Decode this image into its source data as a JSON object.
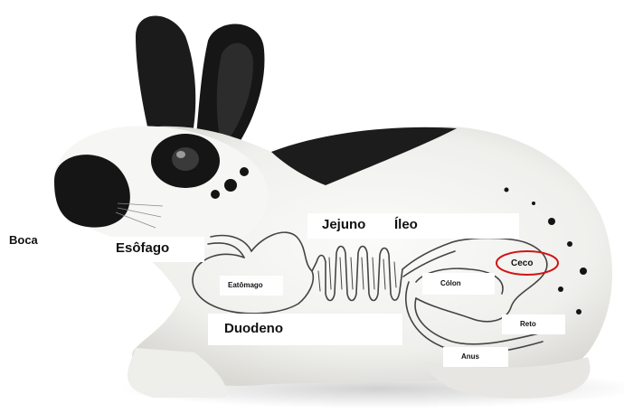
{
  "labels": {
    "boca": "Boca",
    "esofago": "Esôfago",
    "jejuno": "Jejuno",
    "ileo": "Íleo",
    "estomago": "Eatômago",
    "duodeno": "Duodeno",
    "colon": "Cólon",
    "ceco": "Ceco",
    "reto": "Reto",
    "anus": "Anus"
  },
  "colors": {
    "fur": "#f4f4f2",
    "spots": "#141414",
    "organ_outline": "#444444",
    "ceco_ring": "#d11414"
  }
}
